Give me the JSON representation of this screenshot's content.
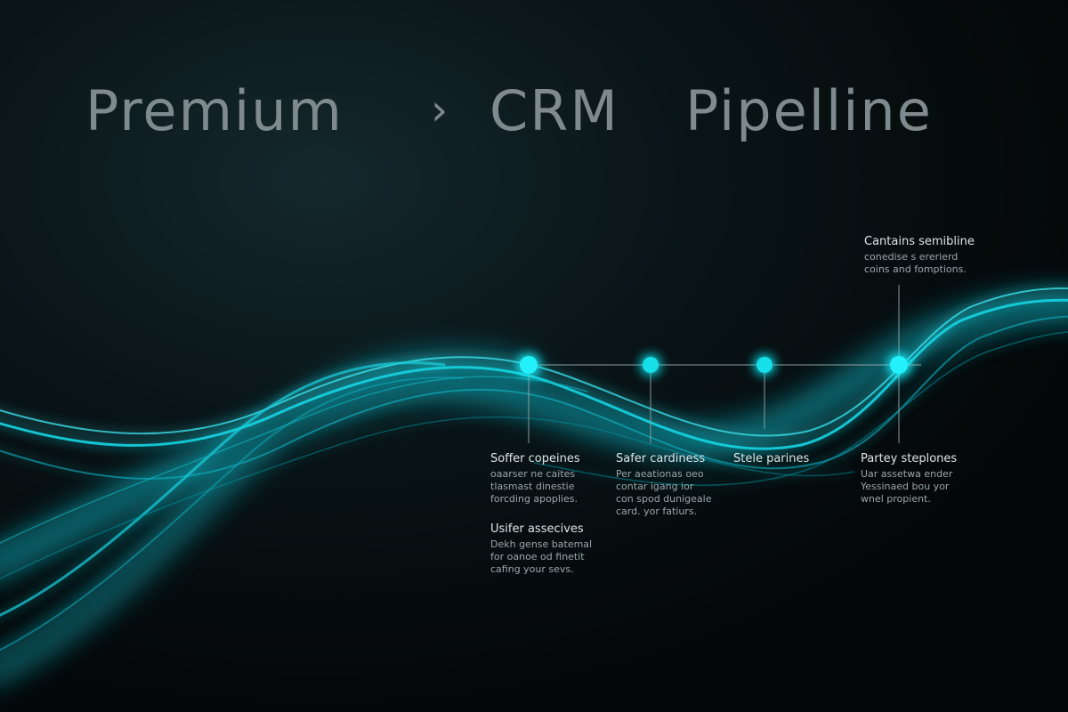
{
  "header": {
    "title_part1": "Premium",
    "separator": "›",
    "title_part2": "CRM",
    "title_part3": "Pipelline"
  },
  "stages": [
    {
      "heading": "Soffer copeines",
      "lines": [
        "oaarser ne caites",
        "tlasmast dinestie",
        "forcding apoplies."
      ]
    },
    {
      "heading": "Safer cardiness",
      "lines": [
        "Per aeationas oeo",
        "contar igang ior",
        "con spod dunigeale",
        "card. yor fatiurs."
      ]
    },
    {
      "heading": "Stele parines",
      "lines": []
    },
    {
      "heading": "Partey steplones",
      "lines": [
        "Uar assetwa ender",
        "Yessinaed bou yor",
        "wnel propient."
      ]
    }
  ],
  "extra_stage": {
    "heading": "Usifer assecives",
    "lines": [
      "Dekh gense batemal",
      "for oanoe od finetit",
      "cafing your sevs."
    ]
  },
  "top_note": {
    "heading": "Cantains semibline",
    "lines": [
      "conedise s ererierd",
      "coins and fomptions."
    ]
  },
  "colors": {
    "accent": "#00e5f0",
    "wave": "#12c8d6",
    "line": "#9aa8ab"
  }
}
